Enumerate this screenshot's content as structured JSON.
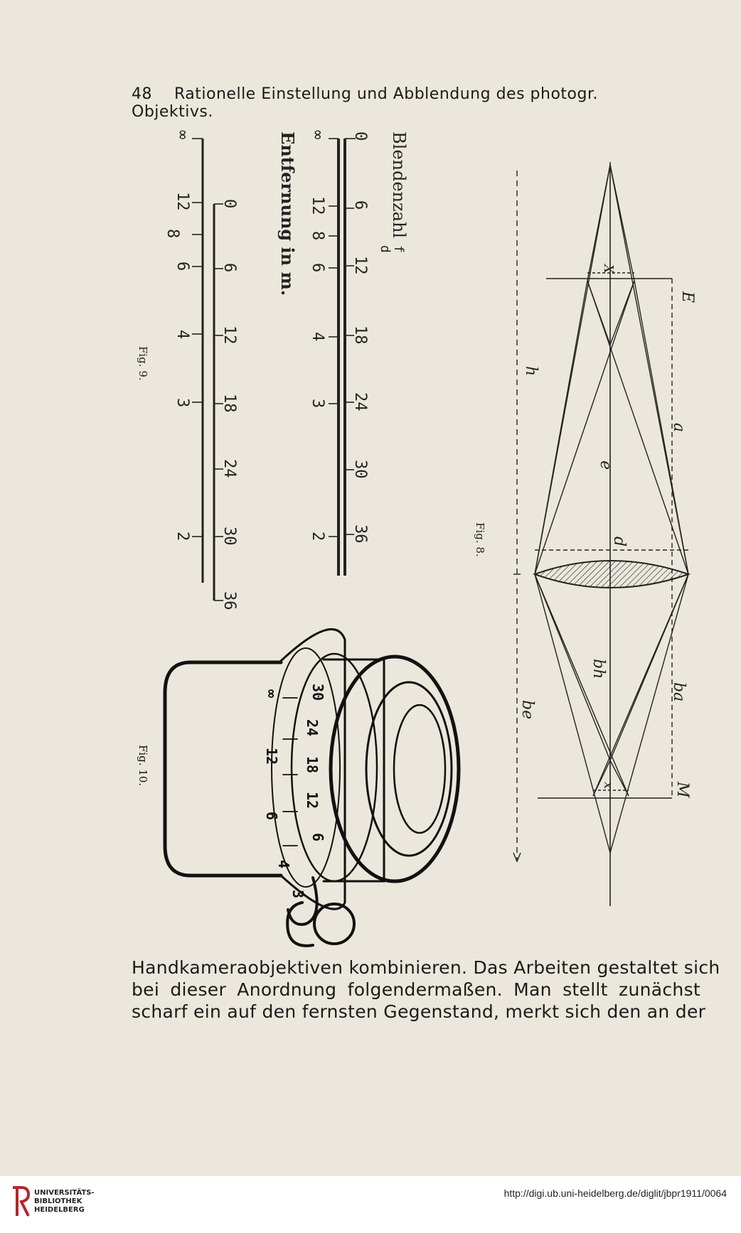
{
  "header": {
    "page_number": "48",
    "running_title": "Rationelle Einstellung und Abblendung des photogr. Objektivs."
  },
  "fig8": {
    "caption": "Fig. 8.",
    "labels": {
      "E": "E",
      "M": "M",
      "a": "a",
      "e": "e",
      "d": "d",
      "bh": "bh",
      "ba": "ba",
      "be": "be",
      "h": "h",
      "x_top": "X",
      "x_bottom": "x"
    }
  },
  "fig9": {
    "caption": "Fig. 9.",
    "blendenzahl_label": "Blendenzahl",
    "fraction_num": "f",
    "fraction_den": "d",
    "entfernung_label": "Entfernung in m.",
    "scale1_stops": [
      "0",
      "6",
      "12",
      "18",
      "24",
      "30",
      "36"
    ],
    "scale1_distances": [
      "∞",
      "12",
      "8",
      "6",
      "4",
      "3",
      "2"
    ],
    "scale2_stops": [
      "0",
      "6",
      "12",
      "18",
      "24",
      "30",
      "36"
    ],
    "scale2_distances": [
      "∞",
      "12",
      "8",
      "6",
      "4",
      "3",
      "2"
    ]
  },
  "fig10": {
    "caption": "Fig. 10.",
    "ring_stops": [
      "30",
      "24",
      "18",
      "12",
      "6"
    ],
    "ring_distances": [
      "∞",
      "12",
      "6",
      "4",
      "3"
    ]
  },
  "body": {
    "lines": [
      "Handkameraobjektiven kombinieren. Das Arbeiten gestaltet sich",
      "bei dieser Anordnung folgendermaßen. Man stellt zunächst",
      "scharf ein auf den fernsten Gegenstand, merkt sich den an der"
    ]
  },
  "footer": {
    "logo_lines": [
      "UNIVERSITÄTS-",
      "BIBLIOTHEK",
      "HEIDELBERG"
    ],
    "url": "http://digi.ub.uni-heidelberg.de/diglit/jbpr1911/0064"
  }
}
